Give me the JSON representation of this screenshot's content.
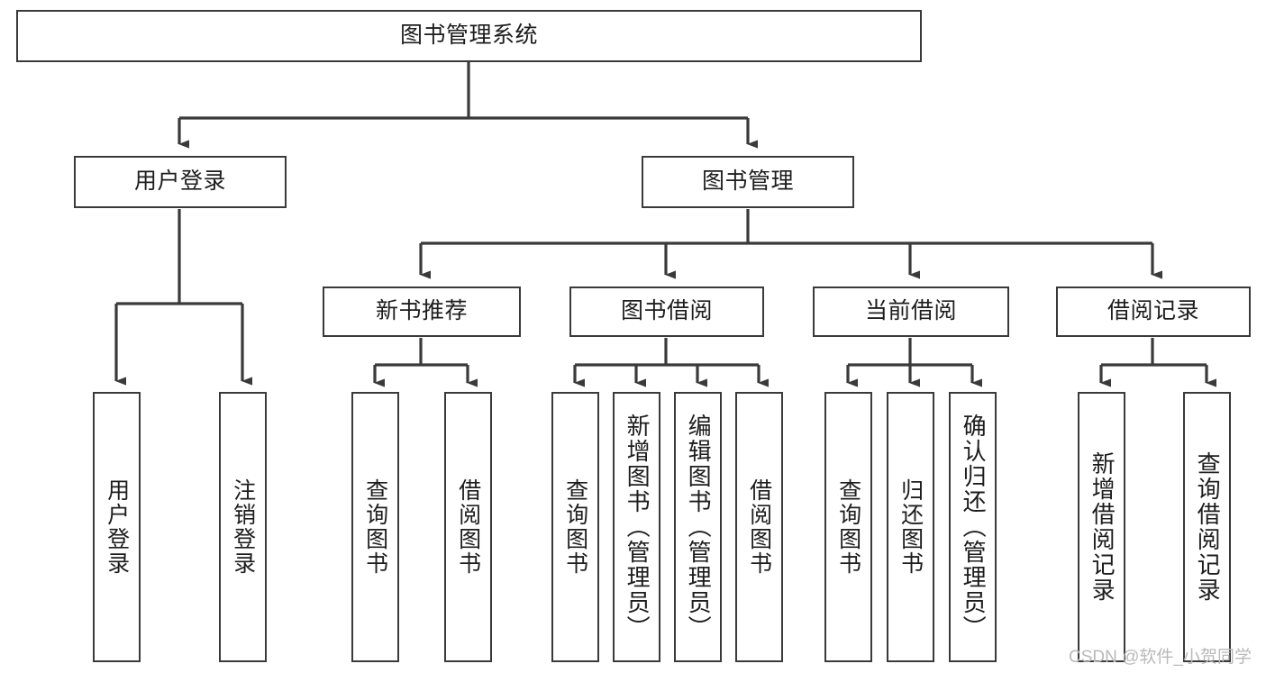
{
  "diagram": {
    "title": "图书管理系统",
    "type": "tree-structure-chart",
    "colors": {
      "box_border": "#3a3a3a",
      "box_fill": "#ffffff",
      "connector": "#3a3a3a",
      "text": "#1d1d1d",
      "watermark": "#b9b9b9",
      "background": "#ffffff"
    },
    "root": {
      "label": "图书管理系统"
    },
    "level2": [
      {
        "label": "用户登录"
      },
      {
        "label": "图书管理"
      }
    ],
    "level3": [
      {
        "label": "新书推荐"
      },
      {
        "label": "图书借阅"
      },
      {
        "label": "当前借阅"
      },
      {
        "label": "借阅记录"
      }
    ],
    "leaves": {
      "user_login": [
        {
          "label": "用户登录"
        },
        {
          "label": "注销登录"
        }
      ],
      "new_book_recommend": [
        {
          "label": "查询图书"
        },
        {
          "label": "借阅图书"
        }
      ],
      "book_borrow": [
        {
          "label": "查询图书"
        },
        {
          "label": "新增图书（管理员）"
        },
        {
          "label": "编辑图书（管理员）"
        },
        {
          "label": "借阅图书"
        }
      ],
      "current_borrow": [
        {
          "label": "查询图书"
        },
        {
          "label": "归还图书"
        },
        {
          "label": "确认归还（管理员）"
        }
      ],
      "borrow_record": [
        {
          "label": "新增借阅记录"
        },
        {
          "label": "查询借阅记录"
        }
      ]
    }
  },
  "watermark": {
    "text": "CSDN @软件_小贺同学"
  }
}
